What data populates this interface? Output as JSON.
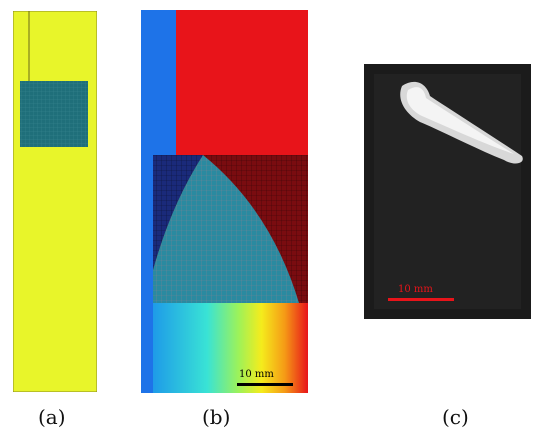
{
  "panels": [
    {
      "caption": "(a)"
    },
    {
      "caption": "(b)",
      "scale_label": "10 mm"
    },
    {
      "caption": "(c)",
      "scale_label": "10 mm"
    }
  ],
  "colors": {
    "yellow": "#e8f52a",
    "teal": "#1f6f7a",
    "blue": "#1e73e8",
    "red": "#e8141a",
    "dark_red": "#7a0c10"
  }
}
